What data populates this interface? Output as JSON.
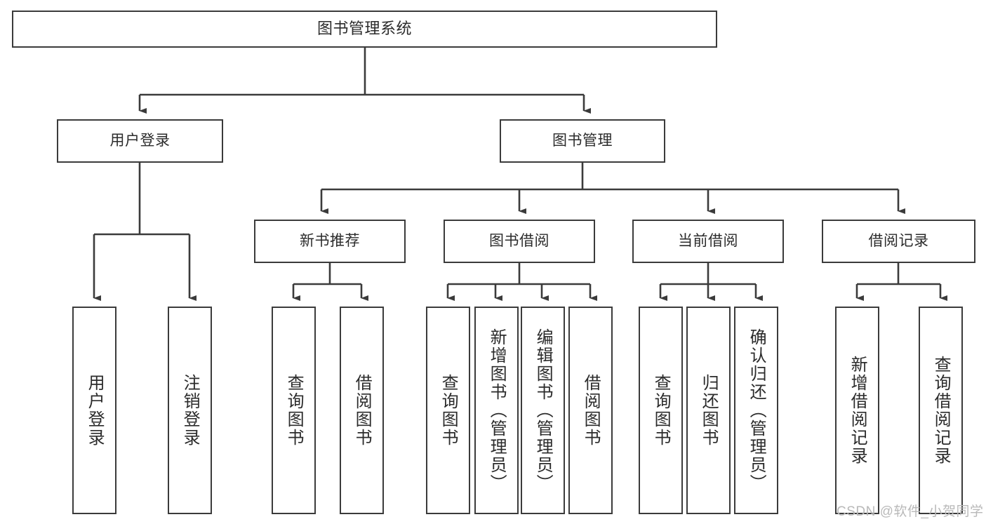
{
  "diagram": {
    "title": "图书管理系统",
    "type": "tree-hierarchy-diagram",
    "colors": {
      "background": "#ffffff",
      "box_border": "#3b3b3b",
      "box_fill": "#ffffff",
      "connector": "#3b3b3b",
      "text": "#2b2b2b",
      "watermark": "#b9b9b9"
    },
    "root": {
      "label": "图书管理系统"
    },
    "level2": [
      {
        "label": "用户登录"
      },
      {
        "label": "图书管理"
      }
    ],
    "level3": [
      {
        "label": "新书推荐"
      },
      {
        "label": "图书借阅"
      },
      {
        "label": "当前借阅"
      },
      {
        "label": "借阅记录"
      }
    ],
    "leaves": {
      "user_login": [
        {
          "label": "用户登录"
        },
        {
          "label": "注销登录"
        }
      ],
      "new_book_recommend": [
        {
          "label": "查询图书"
        },
        {
          "label": "借阅图书"
        }
      ],
      "book_borrow": [
        {
          "label": "查询图书"
        },
        {
          "label": "新增图书（管理员）"
        },
        {
          "label": "编辑图书（管理员）"
        },
        {
          "label": "借阅图书"
        }
      ],
      "current_borrow": [
        {
          "label": "查询图书"
        },
        {
          "label": "归还图书"
        },
        {
          "label": "确认归还（管理员）"
        }
      ],
      "borrow_record": [
        {
          "label": "新增借阅记录"
        },
        {
          "label": "查询借阅记录"
        }
      ]
    }
  },
  "watermark": {
    "text": "CSDN @软件_小贺同学"
  }
}
